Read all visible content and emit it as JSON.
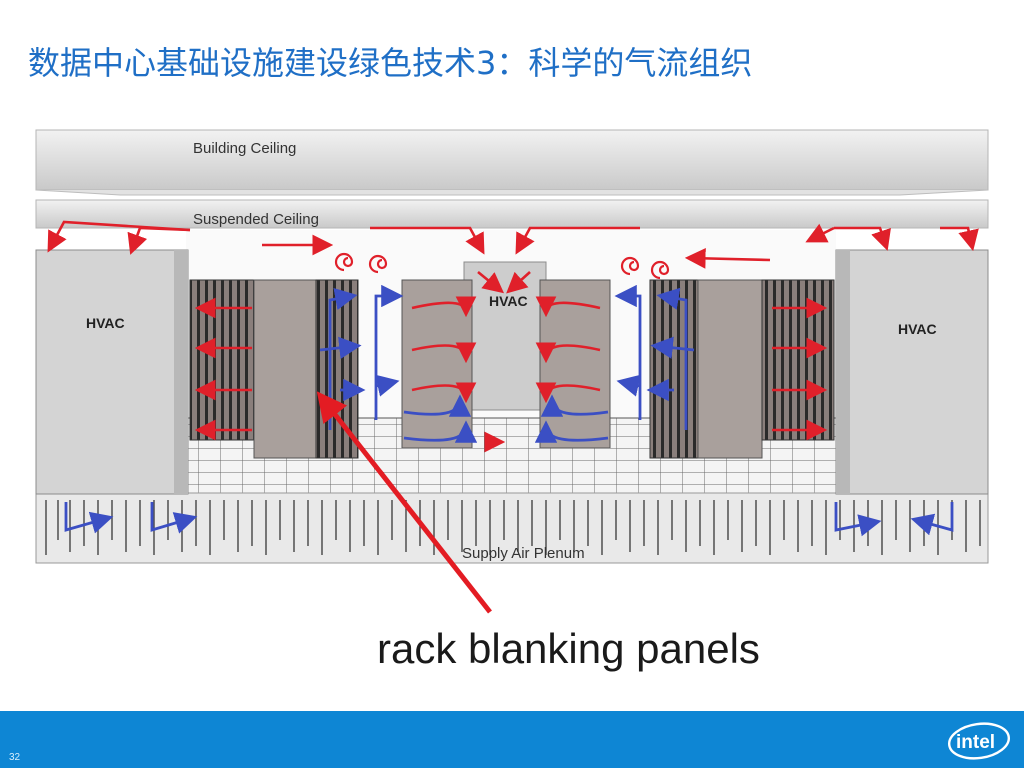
{
  "slide": {
    "title": "数据中心基础设施建设绿色技术3：科学的气流组织",
    "page_number": "32"
  },
  "diagram": {
    "labels": {
      "building_ceiling": "Building Ceiling",
      "suspended_ceiling": "Suspended Ceiling",
      "hvac_left": "HVAC",
      "hvac_center": "HVAC",
      "hvac_right": "HVAC",
      "supply_air_plenum": "Supply Air Plenum",
      "callout": "rack blanking panels"
    },
    "colors": {
      "warm_air": "#e0202a",
      "cool_air": "#3b4fc4",
      "callout_arrow": "#e31c23"
    }
  },
  "footer": {
    "logo_text": "intel",
    "bar_color": "#0e86d4"
  }
}
